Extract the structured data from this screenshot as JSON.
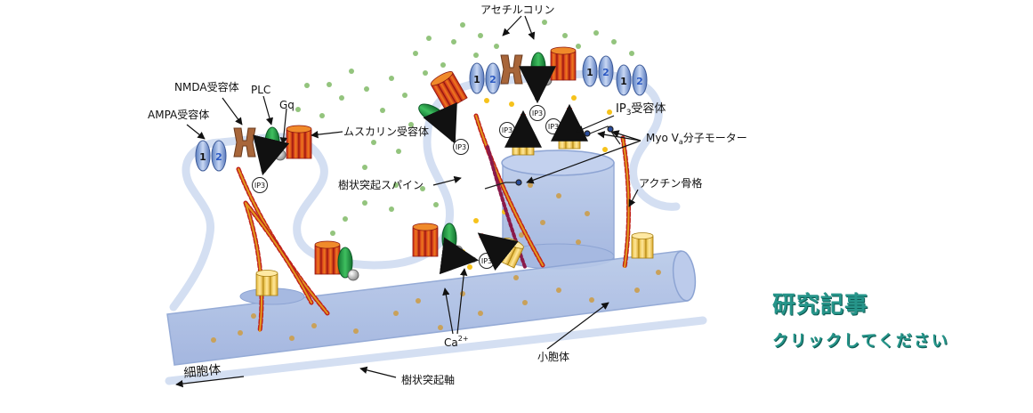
{
  "diagram": {
    "labels": {
      "acetylcholine": "アセチルコリン",
      "nmda": "NMDA受容体",
      "plc": "PLC",
      "gq": "Gq",
      "ampa": "AMPA受容体",
      "muscarinic": "ムスカリン受容体",
      "ip3_receptor_prefix": "IP",
      "ip3_receptor_sub": "3",
      "ip3_receptor_suffix": "受容体",
      "myo_prefix": "Myo V",
      "myo_sub": "a",
      "myo_suffix": "分子モーター",
      "spine": "樹状突起スパイン",
      "actin": "アクチン骨格",
      "ca_base": "Ca",
      "ca_sup": "2+",
      "er": "小胞体",
      "cell_body": "細胞体",
      "dendrite_shaft": "樹状突起軸",
      "ip3": "IP3",
      "num1": "1",
      "num2": "2"
    }
  },
  "cta": {
    "title": "研究記事",
    "subtitle": "クリックしてください"
  },
  "colors": {
    "membrane": "#d4dff2",
    "tube_fill": "#a9bde4",
    "tube_stroke": "#8da4d3",
    "green_dot": "#93c47d",
    "tan_dot": "#c9a15a",
    "yellow_dot": "#f6c21b",
    "cta_text": "#26958a"
  }
}
